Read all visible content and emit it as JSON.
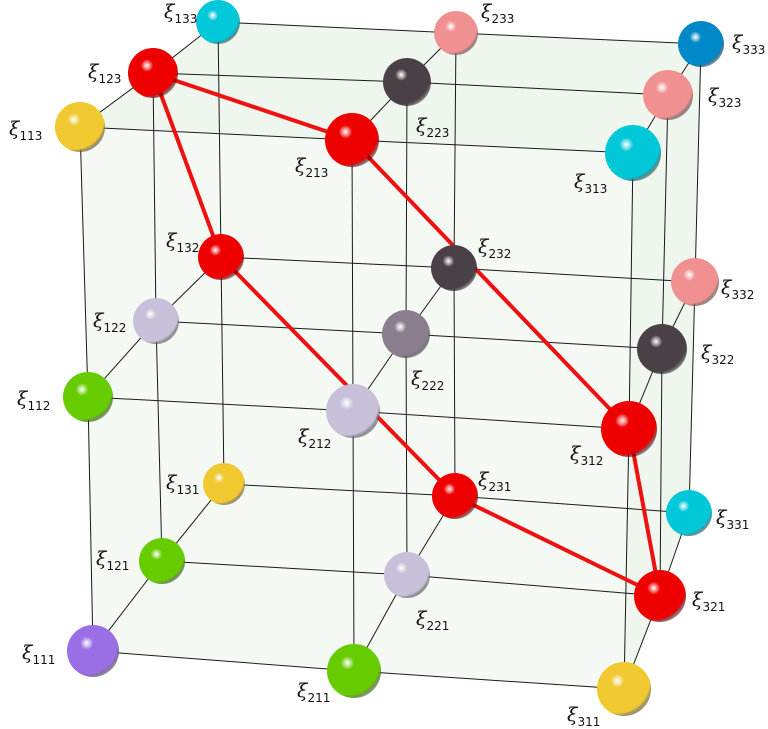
{
  "symbol": "ξ",
  "nodes": [
    {
      "id": "111",
      "sub": "111",
      "color": "#9a6fe6"
    },
    {
      "id": "112",
      "sub": "112",
      "color": "#66cc00"
    },
    {
      "id": "113",
      "sub": "113",
      "color": "#f0c830"
    },
    {
      "id": "121",
      "sub": "121",
      "color": "#66cc00"
    },
    {
      "id": "122",
      "sub": "122",
      "color": "#c8c0d8"
    },
    {
      "id": "123",
      "sub": "123",
      "color": "#ee0000"
    },
    {
      "id": "131",
      "sub": "131",
      "color": "#f0c830"
    },
    {
      "id": "132",
      "sub": "132",
      "color": "#ee0000"
    },
    {
      "id": "133",
      "sub": "133",
      "color": "#00c8d8"
    },
    {
      "id": "211",
      "sub": "211",
      "color": "#66cc00"
    },
    {
      "id": "212",
      "sub": "212",
      "color": "#c8c0d8"
    },
    {
      "id": "213",
      "sub": "213",
      "color": "#ee0000"
    },
    {
      "id": "221",
      "sub": "221",
      "color": "#c8c0d8"
    },
    {
      "id": "222",
      "sub": "222",
      "color": "#8a7e8e"
    },
    {
      "id": "223",
      "sub": "223",
      "color": "#4a4048"
    },
    {
      "id": "231",
      "sub": "231",
      "color": "#ee0000"
    },
    {
      "id": "232",
      "sub": "232",
      "color": "#4a4048"
    },
    {
      "id": "233",
      "sub": "233",
      "color": "#f09090"
    },
    {
      "id": "311",
      "sub": "311",
      "color": "#f0c830"
    },
    {
      "id": "312",
      "sub": "312",
      "color": "#ee0000"
    },
    {
      "id": "313",
      "sub": "313",
      "color": "#00c8d8"
    },
    {
      "id": "321",
      "sub": "321",
      "color": "#ee0000"
    },
    {
      "id": "322",
      "sub": "322",
      "color": "#4a4048"
    },
    {
      "id": "323",
      "sub": "323",
      "color": "#f09090"
    },
    {
      "id": "331",
      "sub": "331",
      "color": "#00c8d8"
    },
    {
      "id": "332",
      "sub": "332",
      "color": "#f09090"
    },
    {
      "id": "333",
      "sub": "333",
      "color": "#0088c8"
    }
  ],
  "red_path": [
    "123",
    "213",
    "312",
    "321",
    "231",
    "132",
    "123"
  ],
  "colors": {
    "path": "#ee1111",
    "edge": "#1a1a1a",
    "face_fill": "#e6f2e6"
  }
}
